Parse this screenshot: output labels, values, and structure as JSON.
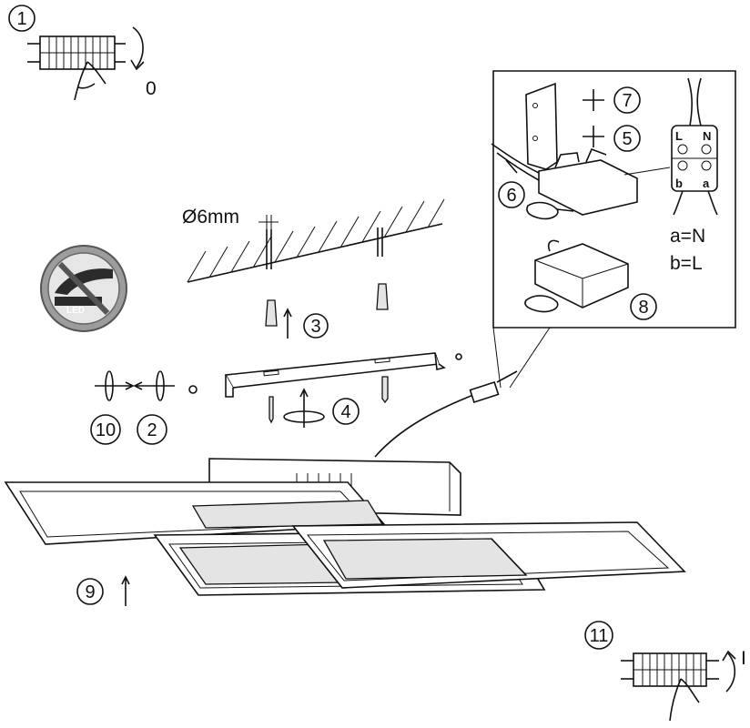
{
  "steps": [
    {
      "label": "1"
    },
    {
      "label": "2"
    },
    {
      "label": "3"
    },
    {
      "label": "4"
    },
    {
      "label": "5"
    },
    {
      "label": "6"
    },
    {
      "label": "7"
    },
    {
      "label": "8"
    },
    {
      "label": "9"
    },
    {
      "label": "10"
    },
    {
      "label": "11"
    }
  ],
  "switch_states": {
    "off": "0",
    "on": "I"
  },
  "drill": {
    "diameter": "Ø6mm"
  },
  "led_icon": {
    "text": "LED"
  },
  "terminal": {
    "top_left": "L",
    "top_right": "N",
    "bottom_left": "b",
    "bottom_right": "a",
    "mapping_a": "a=N",
    "mapping_b": "b=L"
  },
  "icons": [
    "fuse-box-icon",
    "hand-icon",
    "rotate-arrow-icon",
    "no-led-touch-icon",
    "screw-icon",
    "wall-plug-icon",
    "cross-screwdriver-icon"
  ]
}
